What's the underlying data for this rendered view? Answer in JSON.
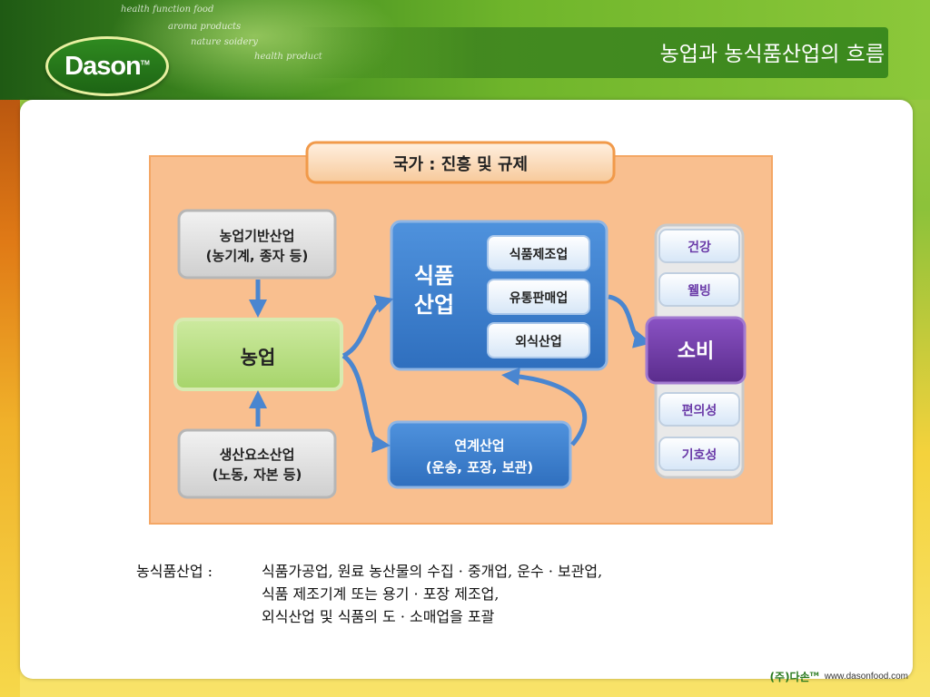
{
  "header": {
    "taglines": [
      "health function food",
      "aroma products",
      "nature soidery",
      "health product"
    ],
    "brand": "Dason",
    "brand_mark": "TM",
    "page_title": "농업과 농식품산업의 흐름"
  },
  "diagram": {
    "state": "국가 : 진흥 및 규제",
    "infra_line1": "농업기반산업",
    "infra_line2": "(농기계, 종자 등)",
    "agri": "농업",
    "factor_line1": "생산요소산업",
    "factor_line2": "(노동, 자본 등)",
    "food_industry_line1": "식품",
    "food_industry_line2": "산업",
    "sub_manufacture": "식품제조업",
    "sub_distribution": "유통판매업",
    "sub_restaurant": "외식산업",
    "linked_line1": "연계산업",
    "linked_line2": "(운송, 포장, 보관)",
    "consumption": "소비",
    "value_health": "건강",
    "value_wellbeing": "웰빙",
    "value_convenience": "편의성",
    "value_preference": "기호성"
  },
  "description": {
    "term": "농식품산업 :",
    "line1": "식품가공업,  원료 농산물의 수집 · 중개업, 운수 · 보관업,",
    "line2": "식품 제조기계 또는 용기 · 포장 제조업,",
    "line3": "외식산업 및 식품의 도 · 소매업을 포괄"
  },
  "footer": {
    "company": "(주)다손",
    "company_mark": "TM",
    "url": "www.dasonfood.com"
  },
  "colors": {
    "header_green": "#3b8a1e",
    "diagram_bg": "#f9bf8f",
    "gray_box": "#dcdcdc",
    "agri_green": "#b7de80",
    "food_blue": "#3b7fcc",
    "consume_purple": "#6b3aa0",
    "arrow_blue": "#4a86d0"
  }
}
